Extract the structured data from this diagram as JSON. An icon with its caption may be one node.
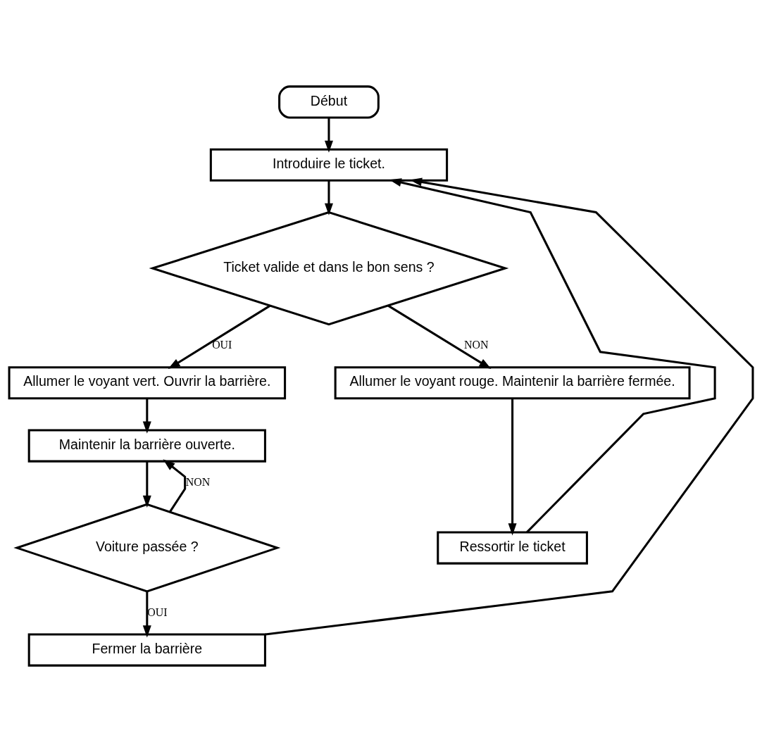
{
  "diagram": {
    "nodes": [
      {
        "text": [
          "Début"
        ]
      },
      {
        "text": [
          "Introduire le ticket."
        ]
      },
      {
        "text": [
          "Ticket valide et dans le bon sens ?"
        ]
      },
      {
        "text": [
          "Allumer le voyant vert. Ouvrir la barrière."
        ]
      },
      {
        "text": [
          "Allumer le voyant rouge. Maintenir la barrière fermée."
        ]
      },
      {
        "text": [
          "Maintenir la barrière ouverte."
        ]
      },
      {
        "text": [
          "Voiture passée ?"
        ]
      },
      {
        "text": [
          "Ressortir le ticket"
        ]
      },
      {
        "text": [
          "Fermer la barrière"
        ]
      }
    ],
    "edges": [
      {
        "from": 0,
        "to": 1,
        "arrow": "to"
      },
      {
        "from": 1,
        "to": 2,
        "arrow": "to"
      },
      {
        "from": 2,
        "to": 3,
        "arrow": "to",
        "label": "OUI"
      },
      {
        "from": 2,
        "to": 4,
        "arrow": "to",
        "label": "NON"
      },
      {
        "from": 3,
        "to": 5,
        "arrow": "to"
      },
      {
        "from": 5,
        "to": 6,
        "arrow": "to"
      },
      {
        "from": 6,
        "to": 5,
        "arrow": "to",
        "label": "NON"
      },
      {
        "from": 6,
        "to": 8,
        "arrow": "to",
        "label": "OUI"
      },
      {
        "from": 4,
        "to": 7,
        "arrow": "to"
      },
      {
        "from": 7,
        "to": 1,
        "arrow": "to"
      },
      {
        "from": 8,
        "to": 1,
        "arrow": "to"
      }
    ]
  }
}
